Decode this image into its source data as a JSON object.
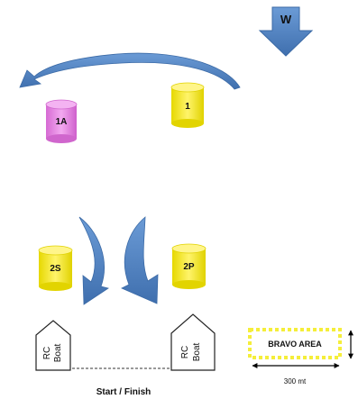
{
  "wind": {
    "label": "W",
    "color": "#4a7dbd"
  },
  "buoys": [
    {
      "label": "1",
      "color": "#f2e84a"
    },
    {
      "label": "1A",
      "color": "#e48ae2"
    },
    {
      "label": "2S",
      "color": "#f2e84a"
    },
    {
      "label": "2P",
      "color": "#f2e84a"
    }
  ],
  "boats": {
    "left": {
      "line1": "RC",
      "line2": "Boat"
    },
    "right": {
      "line1": "RC",
      "line2": "Boat"
    }
  },
  "start_finish_label": "Start / Finish",
  "area": {
    "label": "BRAVO AREA",
    "width_label": "300 mt",
    "border_color": "#f5ee3a"
  },
  "colors": {
    "arrow": "#4a7dbd"
  }
}
